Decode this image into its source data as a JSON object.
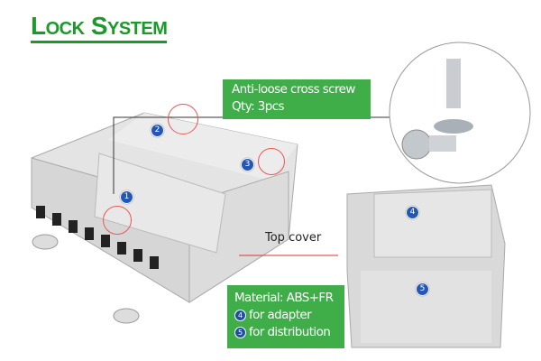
{
  "title": "Lock System",
  "callout": {
    "line1": "Anti-loose cross screw",
    "line2": "Qty: 3pcs"
  },
  "top_cover_label": "Top cover",
  "material": {
    "line1": "Material: ABS+FR",
    "items": [
      {
        "num": "4",
        "text": "for adapter"
      },
      {
        "num": "5",
        "text": "for distribution"
      }
    ]
  },
  "badges": [
    "1",
    "2",
    "3",
    "4",
    "5"
  ],
  "colors": {
    "green": "#3fae49",
    "title_green": "#1a9a2a",
    "badge_blue": "#2356b5",
    "marker_red": "#e55555"
  }
}
